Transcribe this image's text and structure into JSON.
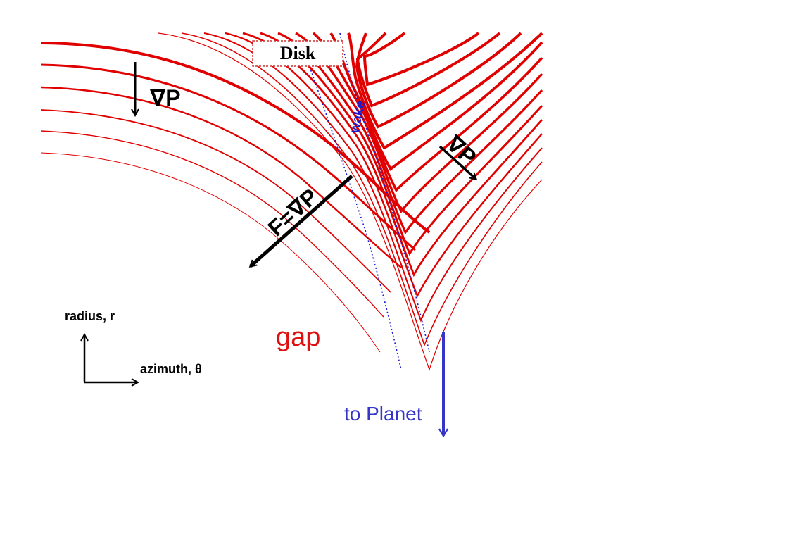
{
  "labels": {
    "disk": "Disk",
    "wake": "wake",
    "grad_p_top": "∇P",
    "grad_p_right": "∇P",
    "force": "F=∇P",
    "gap": "gap",
    "radius_axis": "radius, r",
    "azimuth_axis": "azimuth, θ",
    "to_planet": "to Planet"
  },
  "colors": {
    "streamline": "#e00000",
    "wake": "#1a1ad0",
    "planet_arrow": "#3535c8",
    "gap_text": "#e01010",
    "arrows": "#000000",
    "disk_box_border": "#d03030"
  }
}
